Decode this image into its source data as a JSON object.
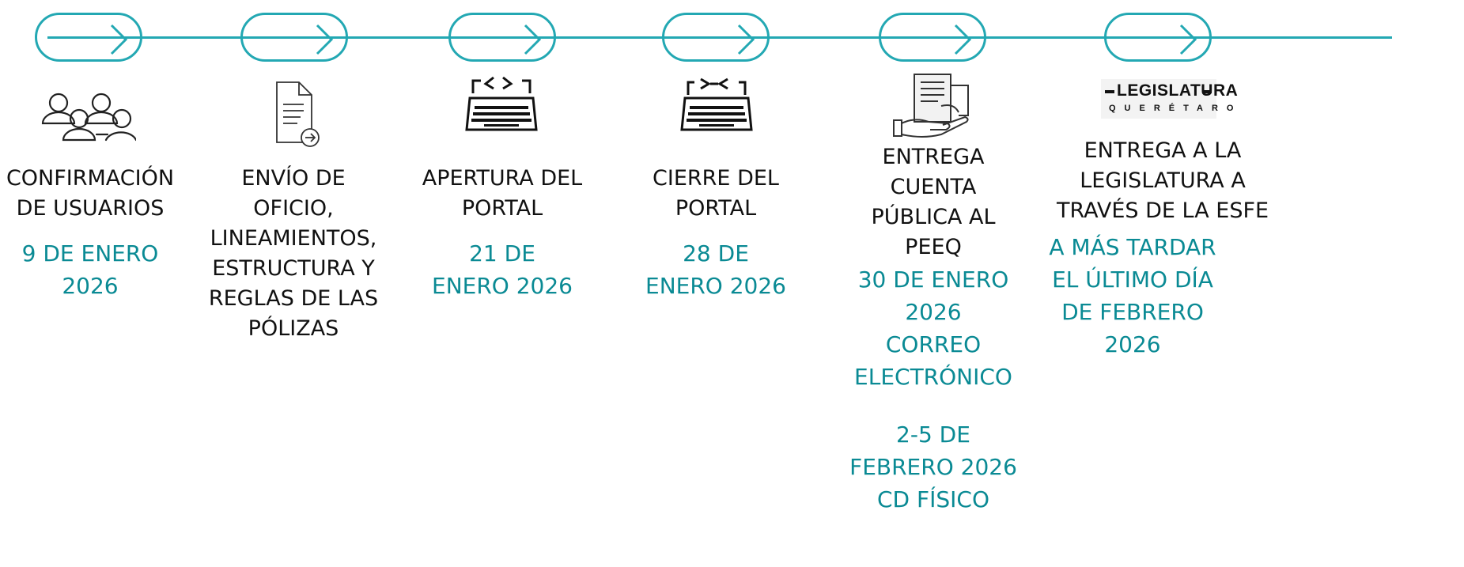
{
  "colors": {
    "accent": "#23a8b3",
    "date_text": "#0a8a94",
    "label_text": "#111111"
  },
  "steps": [
    {
      "icon": "users-group-icon",
      "label": "CONFIRMACIÓN DE USUARIOS",
      "date": "9 DE ENERO 2026"
    },
    {
      "icon": "document-send-icon",
      "label": "ENVÍO DE OFICIO, LINEAMIENTOS, ESTRUCTURA Y REGLAS DE LAS PÓLIZAS",
      "date": ""
    },
    {
      "icon": "laptop-code-icon",
      "label": "APERTURA DEL PORTAL",
      "date": "21 DE ENERO 2026"
    },
    {
      "icon": "laptop-close-icon",
      "label": "CIERRE DEL PORTAL",
      "date": "28 DE ENERO 2026"
    },
    {
      "icon": "hand-document-icon",
      "label": "ENTREGA CUENTA PÚBLICA AL PEEQ",
      "date_lines": [
        "30 DE ENERO 2026",
        "CORREO ELECTRÓNICO",
        "",
        "2-5 DE FEBRERO 2026",
        "CD FÍSICO"
      ]
    },
    {
      "icon": "legislatura-logo",
      "label": "ENTREGA A LA LEGISLATURA A TRAVÉS DE LA ESFE",
      "date": "A MÁS TARDAR EL ÚLTIMO DÍA DE FEBRERO 2026"
    }
  ],
  "logo": {
    "title": "LEGISLATURA",
    "subtitle": "QUERÉTARO"
  }
}
